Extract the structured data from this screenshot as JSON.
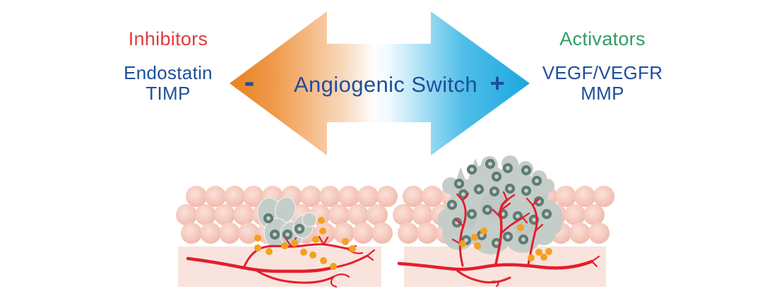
{
  "figure": {
    "arrow_label": "Angiogenic Switch",
    "minus_symbol": "-",
    "plus_symbol": "+",
    "inhibitors": {
      "heading": "Inhibitors",
      "items": [
        "Endostatin",
        "TIMP"
      ]
    },
    "activators": {
      "heading": "Activators",
      "items": [
        "VEGF/VEGFR",
        "MMP"
      ]
    }
  },
  "colors": {
    "inhibitors_red": "#E23B3E",
    "activators_green": "#2F9E64",
    "label_blue": "#1D4E9C",
    "arrow_orange": "#E9811F",
    "arrow_cyan": "#1BA7E0",
    "vessel_red": "#E41E2D",
    "signal_dot_orange": "#F5A01E",
    "tumor_gray": "#C5CDC9",
    "nucleus_teal": "#5F7B76",
    "tissue_pink": "#F8E4DD",
    "cell_pink": "#EEB0A4"
  }
}
